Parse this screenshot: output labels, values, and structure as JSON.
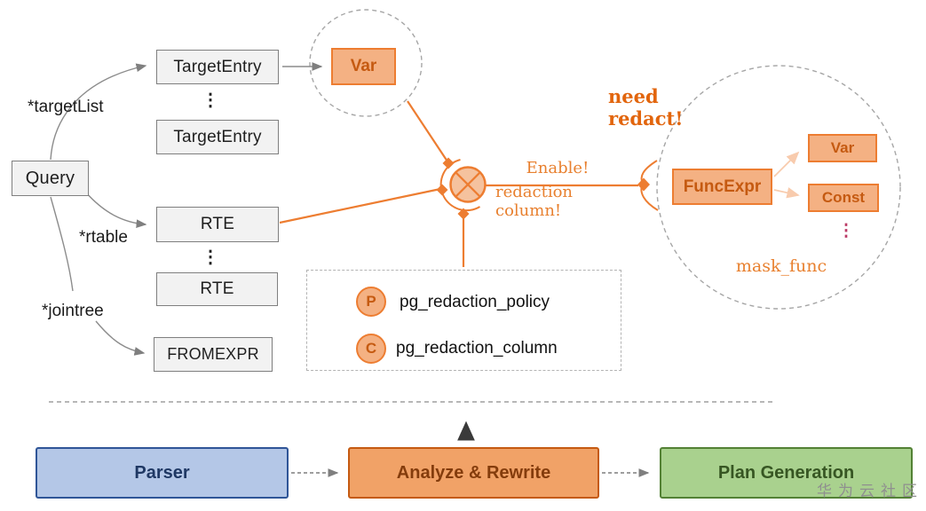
{
  "query_tree": {
    "query": "Query",
    "pointers": {
      "target_list": "*targetList",
      "rtable": "*rtable",
      "jointree": "*jointree"
    },
    "target_entries": [
      "TargetEntry",
      "TargetEntry"
    ],
    "rtes": [
      "RTE",
      "RTE"
    ],
    "fromexpr": "FROMEXPR",
    "ellipsis": "⋮"
  },
  "var_node": {
    "label": "Var"
  },
  "junction": {
    "enable_line1": "Enable!",
    "enable_line2": "redaction column!"
  },
  "policy_panel": {
    "policy_badge": "P",
    "policy_label": "pg_redaction_policy",
    "column_badge": "C",
    "column_label": "pg_redaction_column"
  },
  "redact_tree": {
    "heading": "need redact!",
    "funcexpr": "FuncExpr",
    "var": "Var",
    "const": "Const",
    "ellipsis": "⋮",
    "mask_func": "mask_func"
  },
  "pipeline": {
    "stages": [
      {
        "id": "parser",
        "label": "Parser"
      },
      {
        "id": "analyze-rewrite",
        "label": "Analyze & Rewrite"
      },
      {
        "id": "plan-generation",
        "label": "Plan Generation"
      }
    ]
  },
  "watermark": "华为云社区",
  "colors": {
    "accent_orange": "#ED7D31",
    "orange_fill": "#F4B183",
    "orange_text": "#C55A11",
    "gray_node_fill": "#F2F2F2",
    "gray_border": "#7F7F7F",
    "parser_fill": "#B4C7E7",
    "parser_border": "#2F5597",
    "parser_text": "#1F3864",
    "analyze_fill": "#F1A267",
    "analyze_border": "#C55A11",
    "analyze_text": "#843C0C",
    "plan_fill": "#A9D18E",
    "plan_border": "#538135",
    "plan_text": "#375623",
    "pink_ellipsis": "#BB3A66"
  }
}
